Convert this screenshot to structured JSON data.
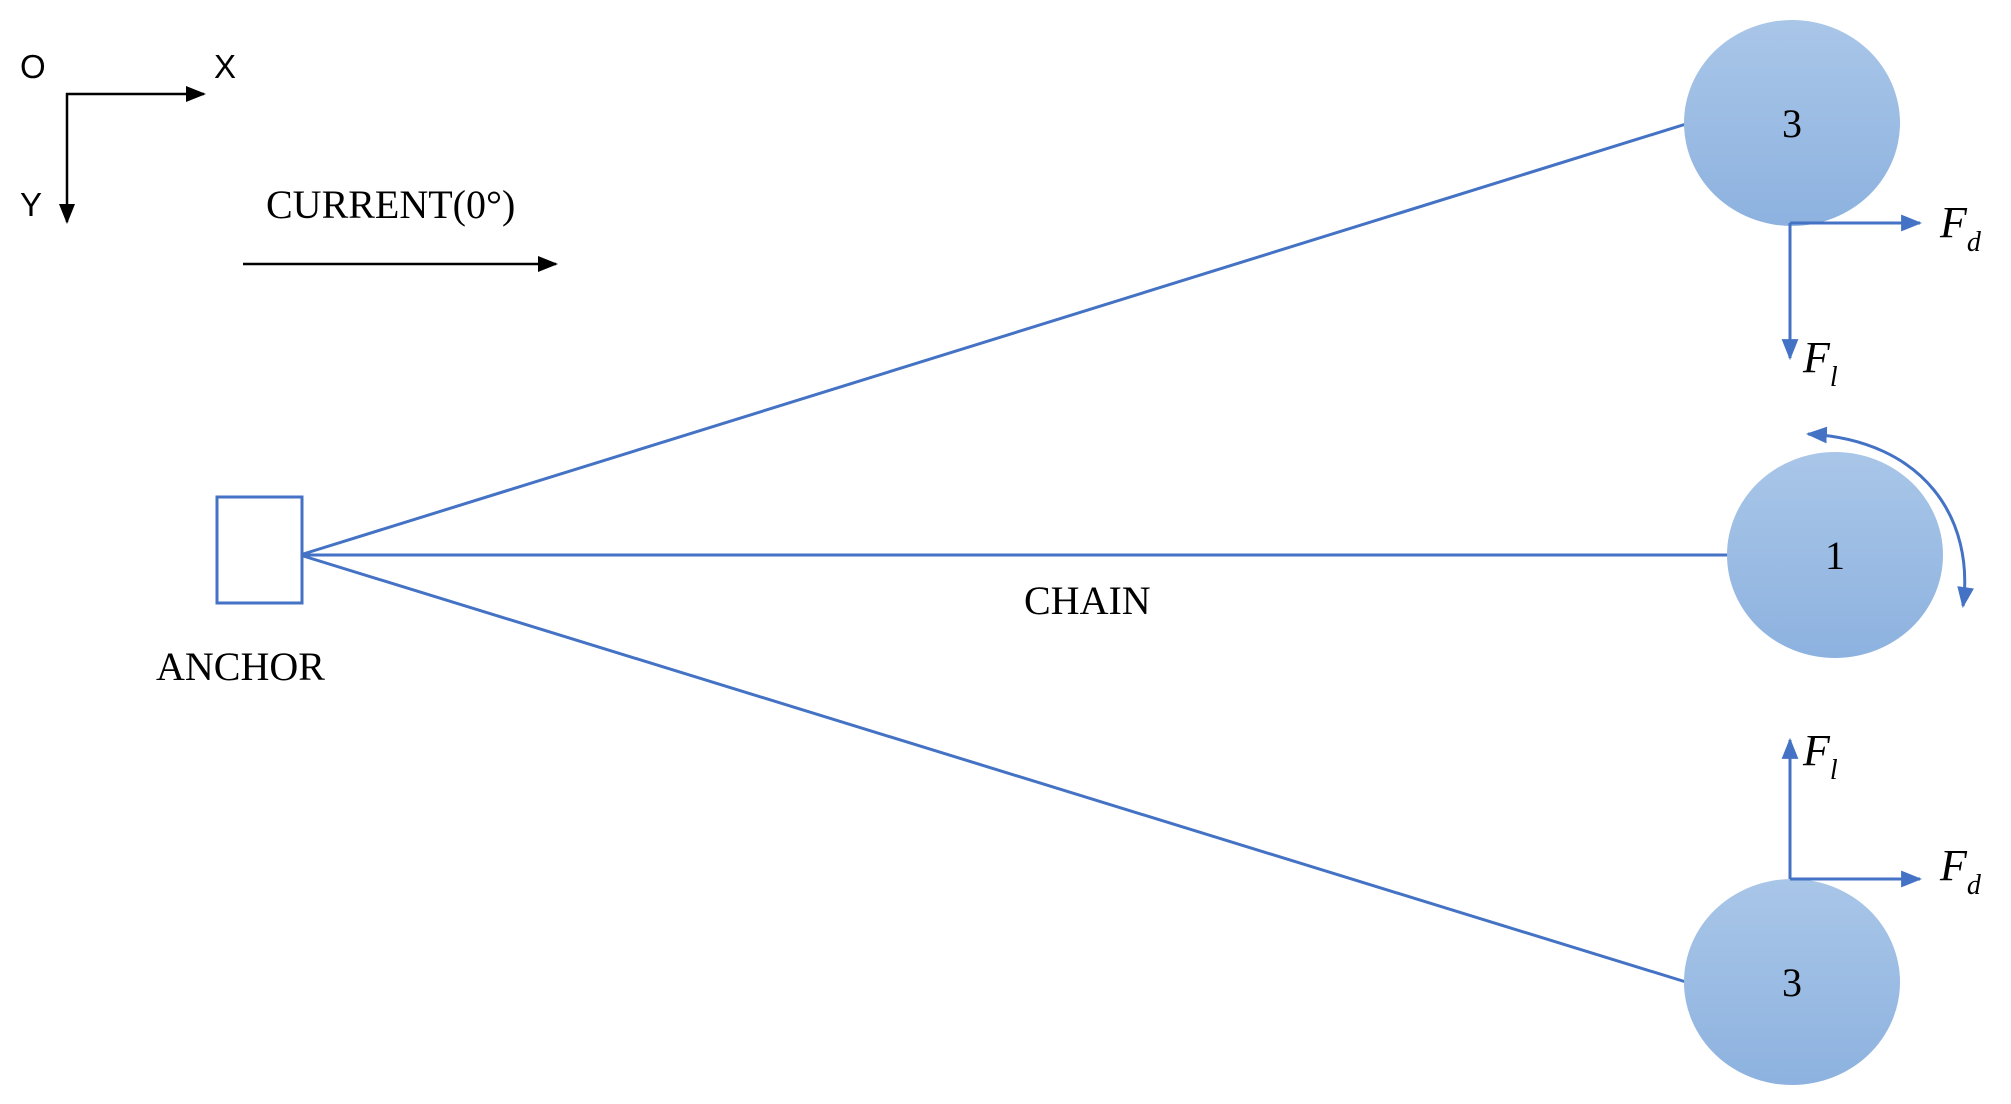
{
  "axes": {
    "origin_label": "O",
    "x_label": "X",
    "y_label": "Y"
  },
  "current": {
    "label": "CURRENT(0°)"
  },
  "anchor": {
    "label": "ANCHOR"
  },
  "chain": {
    "label": "CHAIN"
  },
  "buoys": {
    "top": {
      "label": "3"
    },
    "middle": {
      "label": "1"
    },
    "bottom": {
      "label": "3"
    }
  },
  "forces": {
    "drag": {
      "symbol": "F",
      "subscript": "d"
    },
    "lift": {
      "symbol": "F",
      "subscript": "l"
    }
  },
  "colors": {
    "line_blue": "#4472C4",
    "buoy_fill_top": "#A9C6E8",
    "buoy_fill_bottom": "#8DB2DF",
    "text": "#000000"
  }
}
